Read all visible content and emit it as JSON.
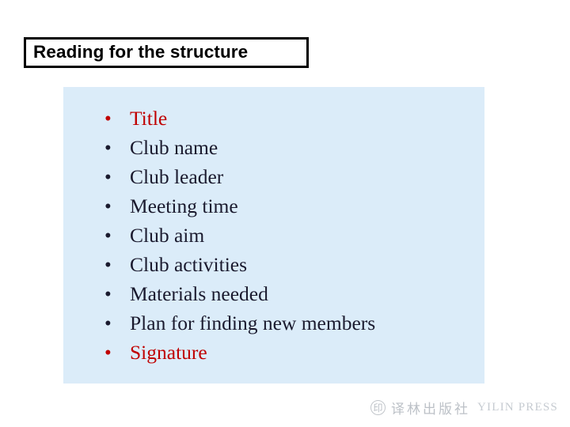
{
  "slide": {
    "title": "Reading for the structure",
    "background_color": "#ffffff",
    "panel_color": "#dbecf9",
    "accent_red": "#c00000",
    "text_color": "#1a1a2e"
  },
  "content": {
    "bullet_glyph": "•",
    "items": [
      {
        "label": "Title",
        "color": "#c00000",
        "highlight": "red"
      },
      {
        "label": "Club name",
        "color": "#1a1a2e",
        "highlight": "none"
      },
      {
        "label": "Club leader",
        "color": "#1a1a2e",
        "highlight": "none"
      },
      {
        "label": "Meeting time",
        "color": "#1a1a2e",
        "highlight": "none"
      },
      {
        "label": "Club aim",
        "color": "#1a1a2e",
        "highlight": "none"
      },
      {
        "label": "Club activities",
        "color": "#1a1a2e",
        "highlight": "none"
      },
      {
        "label": "Materials needed",
        "color": "#1a1a2e",
        "highlight": "none"
      },
      {
        "label": "Plan for finding new members",
        "color": "#1a1a2e",
        "highlight": "none"
      },
      {
        "label": "Signature",
        "color": "#c00000",
        "highlight": "red"
      }
    ]
  },
  "footer": {
    "logo_glyph": "印",
    "publisher_cn": "译林出版社",
    "publisher_en": "YILIN PRESS",
    "color": "#bfc4ca"
  }
}
